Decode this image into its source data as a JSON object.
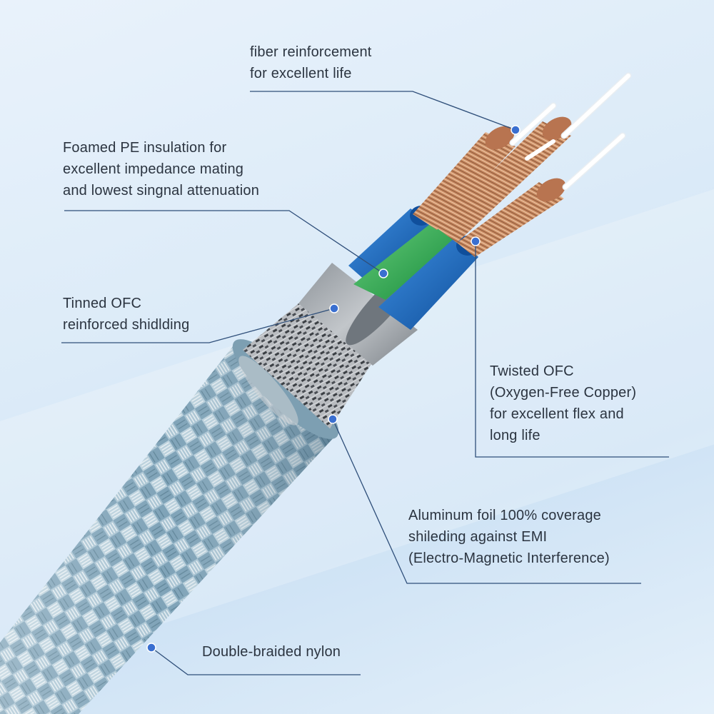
{
  "labels": {
    "fiber": [
      "fiber reinforcement",
      "for excellent life"
    ],
    "foamed": [
      "Foamed PE insulation for",
      "excellent impedance mating",
      "and lowest singnal attenuation"
    ],
    "tinned": [
      "Tinned OFC",
      "reinforced shidlding"
    ],
    "twisted": [
      "Twisted OFC",
      "(Oxygen-Free Copper)",
      "for excellent flex and",
      "long life"
    ],
    "foil": [
      "Aluminum foil 100% coverage",
      "shileding against EMI",
      "(Electro-Magnetic Interference)"
    ],
    "nylon": [
      "Double-braided nylon"
    ]
  },
  "colors": {
    "leader_line": "#2f4f7a",
    "dot": "#3a6fd0",
    "nylon_braid": "#8fb1c4",
    "foil": "#9ea4aa",
    "blue_insulation": "#1f6fc4",
    "green_insulation": "#22a64a",
    "copper": "#c98b62",
    "fiber": "#ffffff"
  }
}
